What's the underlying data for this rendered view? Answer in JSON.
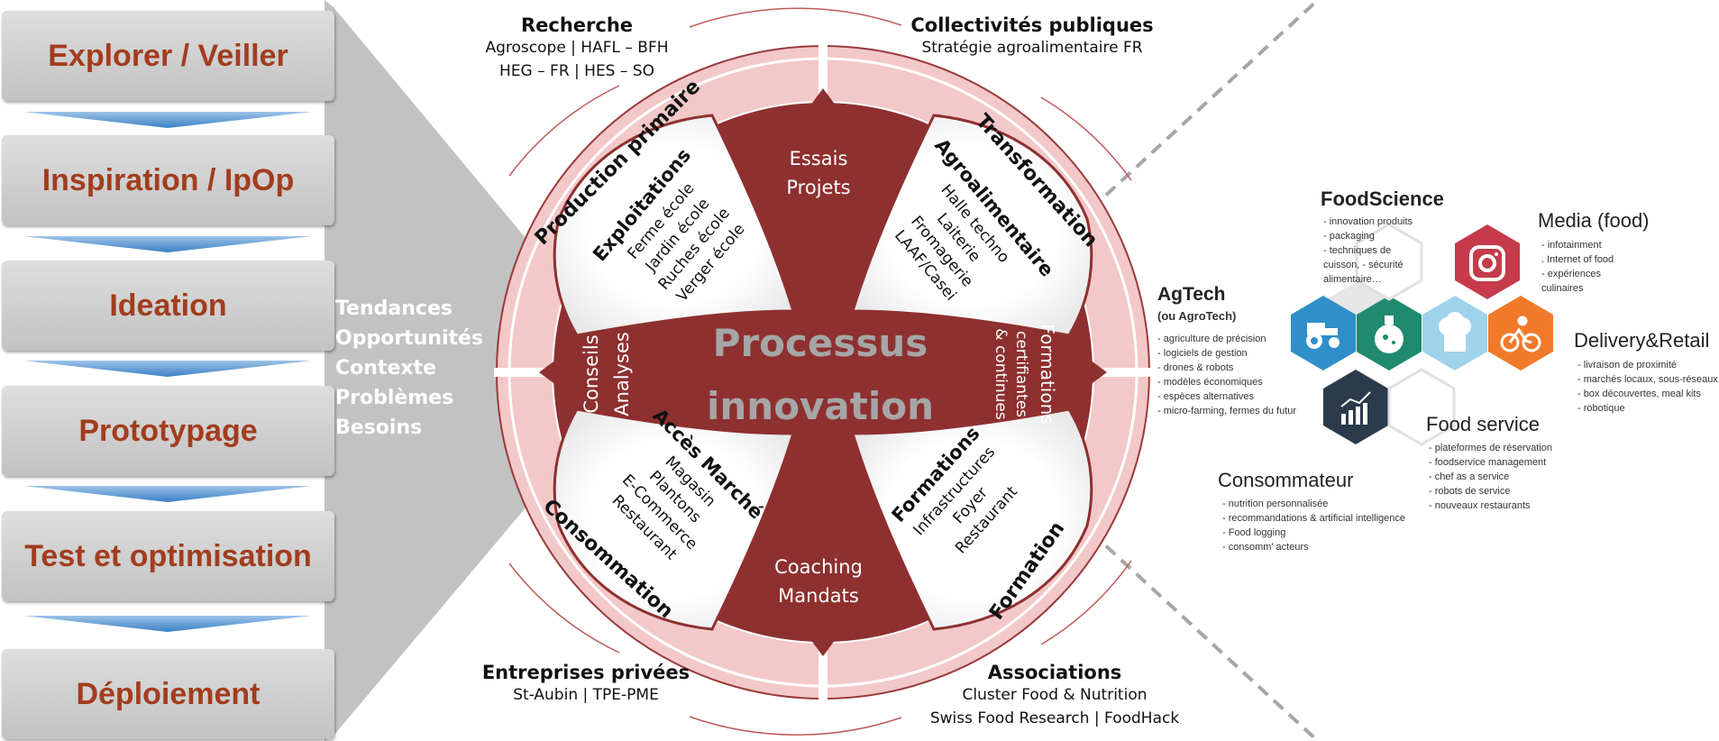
{
  "process_steps": [
    "Explorer / Veiller",
    "Inspiration / IpOp",
    "Ideation",
    "Prototypage",
    "Test et optimisation",
    "Déploiement"
  ],
  "themes": [
    "Tendances",
    "Opportunités",
    "Contexte",
    "Problèmes",
    "Besoins"
  ],
  "center": {
    "line1": "Processus",
    "line2": "innovation"
  },
  "ring": {
    "top_left": "Production primaire",
    "top_right": "Transformation",
    "bottom_left": "Consommation",
    "bottom_right": "Formation"
  },
  "petals": {
    "top_left": {
      "title": "Exploitations",
      "items": [
        "Ferme école",
        "Jardin école",
        "Ruches école",
        "Verger école"
      ]
    },
    "top_right": {
      "title": "Agroalimentaire",
      "items": [
        "Halle techno",
        "Laiterie",
        "Fromagerie",
        "LAAF/Casei"
      ]
    },
    "bottom_left": {
      "title": "Accès Marché",
      "items": [
        "Magasin",
        "Plantons",
        "E-Commerce",
        "Restaurant"
      ]
    },
    "bottom_right": {
      "title": "Formations",
      "items": [
        "Infrastructures",
        "Foyer",
        "Restaurant"
      ]
    }
  },
  "cross": {
    "top": [
      "Essais",
      "Projets"
    ],
    "left": [
      "Conseils",
      "Analyses"
    ],
    "right": [
      "Formations",
      "certifiantes",
      "& continues"
    ],
    "bottom": [
      "Coaching",
      "Mandats"
    ]
  },
  "partners": {
    "top_left": {
      "title": "Recherche",
      "lines": [
        "Agroscope | HAFL – BFH",
        "HEG – FR | HES – SO"
      ]
    },
    "top_right": {
      "title": "Collectivités publiques",
      "lines": [
        "Stratégie agroalimentaire FR"
      ]
    },
    "bottom_left": {
      "title": "Entreprises privées",
      "lines": [
        "St-Aubin | TPE-PME"
      ]
    },
    "bottom_right": {
      "title": "Associations",
      "lines": [
        "Cluster Food & Nutrition",
        "Swiss Food Research | FoodHack"
      ]
    }
  },
  "foodtech": {
    "foodscience": {
      "title": "FoodScience",
      "items": [
        "- innovation produits",
        "- packaging",
        "- techniques de",
        "  cuisson, - sécurité",
        "  alimentaire…"
      ]
    },
    "media": {
      "title": "Media (food)",
      "items": [
        "- infotainment",
        ". Internet of food",
        "- expériences",
        "  culinaires"
      ]
    },
    "agtech": {
      "title": "AgTech",
      "subtitle": "(ou AgroTech)",
      "items": [
        "- agriculture de précision",
        "- logiciels de gestion",
        "- drones & robots",
        "- modèles économiques",
        "- espèces alternatives",
        "- micro-farming,  fermes du futur"
      ]
    },
    "delivery": {
      "title": "Delivery&Retail",
      "items": [
        "- livraison de proximité",
        "- marchés locaux, sous-réseaux",
        "- box découvertes, meal kits",
        "- robotique"
      ]
    },
    "foodservice": {
      "title": "Food service",
      "items": [
        "- plateformes de réservation",
        "- foodservice management",
        "- chef as a service",
        "- robots de service",
        "- nouveaux restaurants"
      ]
    },
    "consumer": {
      "title": "Consommateur",
      "items": [
        "- nutrition personnalisée",
        "- recommandations  & artificial intelligence",
        "- Food logging",
        "- consomm' acteurs"
      ]
    }
  },
  "colors": {
    "dark_red": "#8e3030",
    "ring_pink": "#f3c8c8",
    "step_text": "#a23d1e",
    "chevron_blue": "#5b9bd5",
    "gray_funnel": "#bfbfbf"
  },
  "icons": [
    "tractor-icon",
    "flask-icon",
    "chef-hat-icon",
    "instagram-icon",
    "cyclist-icon",
    "bar-chart-icon"
  ]
}
